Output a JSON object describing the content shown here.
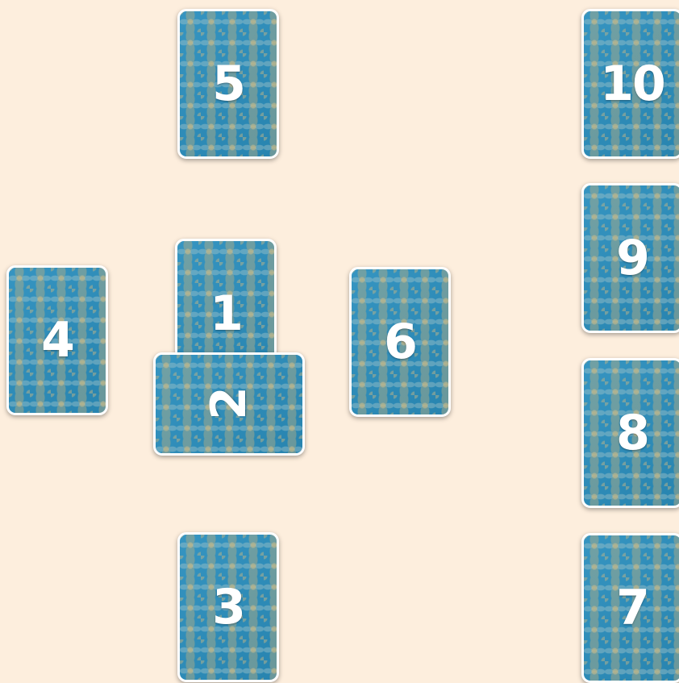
{
  "spread": {
    "cards": [
      {
        "id": "card-1",
        "label": "1"
      },
      {
        "id": "card-2",
        "label": "2"
      },
      {
        "id": "card-3",
        "label": "3"
      },
      {
        "id": "card-4",
        "label": "4"
      },
      {
        "id": "card-5",
        "label": "5"
      },
      {
        "id": "card-6",
        "label": "6"
      },
      {
        "id": "card-7",
        "label": "7"
      },
      {
        "id": "card-8",
        "label": "8"
      },
      {
        "id": "card-9",
        "label": "9"
      },
      {
        "id": "card-10",
        "label": "10"
      }
    ]
  },
  "colors": {
    "background": "#FDEEDD",
    "card_back": "#2B8FBE",
    "card_border": "#FFFFFF",
    "pattern": "#C9BB8A"
  }
}
